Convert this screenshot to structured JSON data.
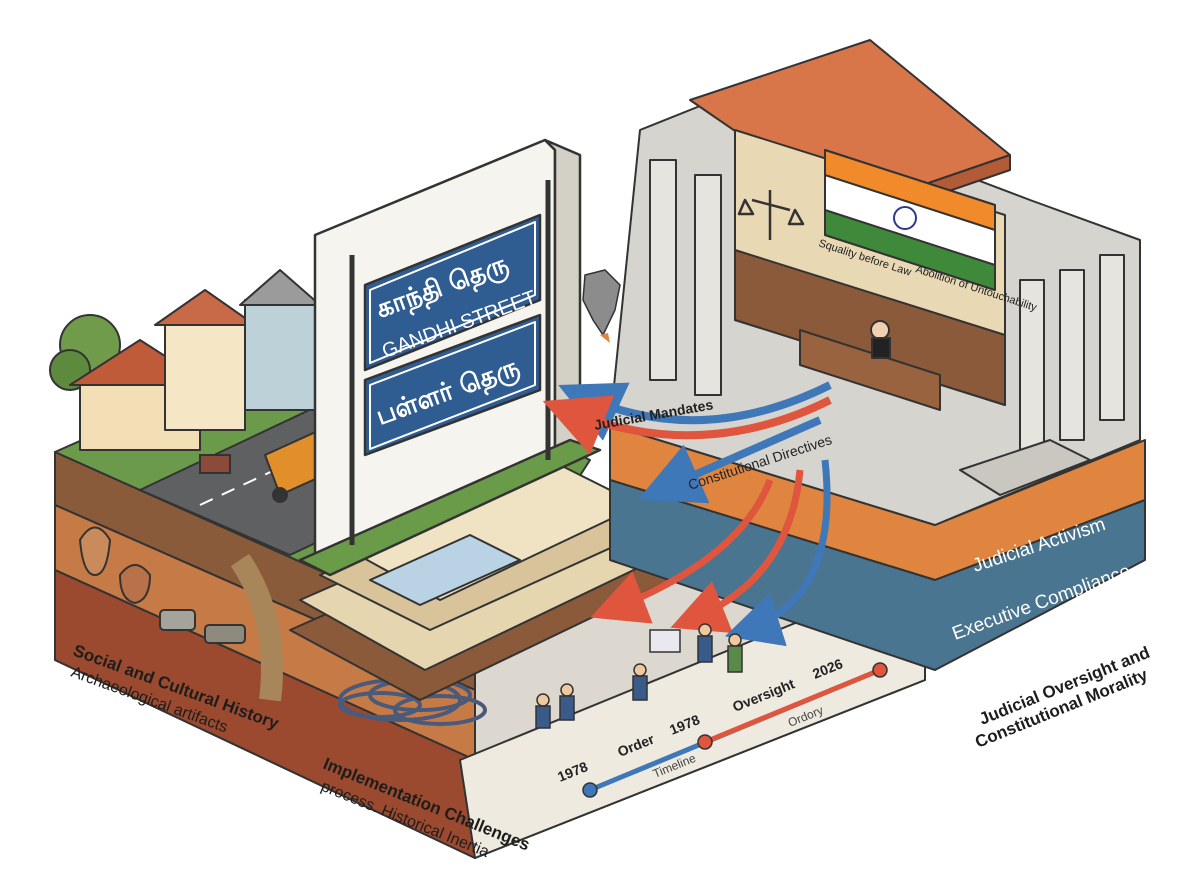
{
  "sign": {
    "top_tamil": "காந்தி தெரு",
    "top_english": "GANDHI STREET",
    "bottom_tamil": "பள்ளர் தெரு"
  },
  "court": {
    "banner_left": "Squality before Law",
    "banner_right": "Abolition of Untouchability"
  },
  "arrows": {
    "judicial_mandates": "Judicial Mandates",
    "constitutional_directives": "Constitutional Directives"
  },
  "bands": {
    "judicial_activism": "Judicial Activism",
    "executive_compliance": "Executive Compliance"
  },
  "timeline": {
    "label_1978_start": "1978",
    "label_order": "Order",
    "label_1978_mid": "1978",
    "label_oversight": "Oversight",
    "label_2026": "2026",
    "caption_timeline": "Timeline",
    "caption_ordory": "Ordory"
  },
  "captions": {
    "social_title": "Social and Cultural History",
    "social_sub": "Archaeological artifacts",
    "impl_title": "Implementation Challenges",
    "impl_sub": "process. Historical Inertia",
    "oversight_title_1": "Judicial Oversight and",
    "oversight_title_2": "Constitutional Morality"
  },
  "colors": {
    "sign_blue": "#2f5d91",
    "band_orange": "#e0853f",
    "band_blue": "#4a7591",
    "roof": "#d8764a",
    "arrow_red": "#e0553d",
    "arrow_blue": "#3f78b8"
  }
}
